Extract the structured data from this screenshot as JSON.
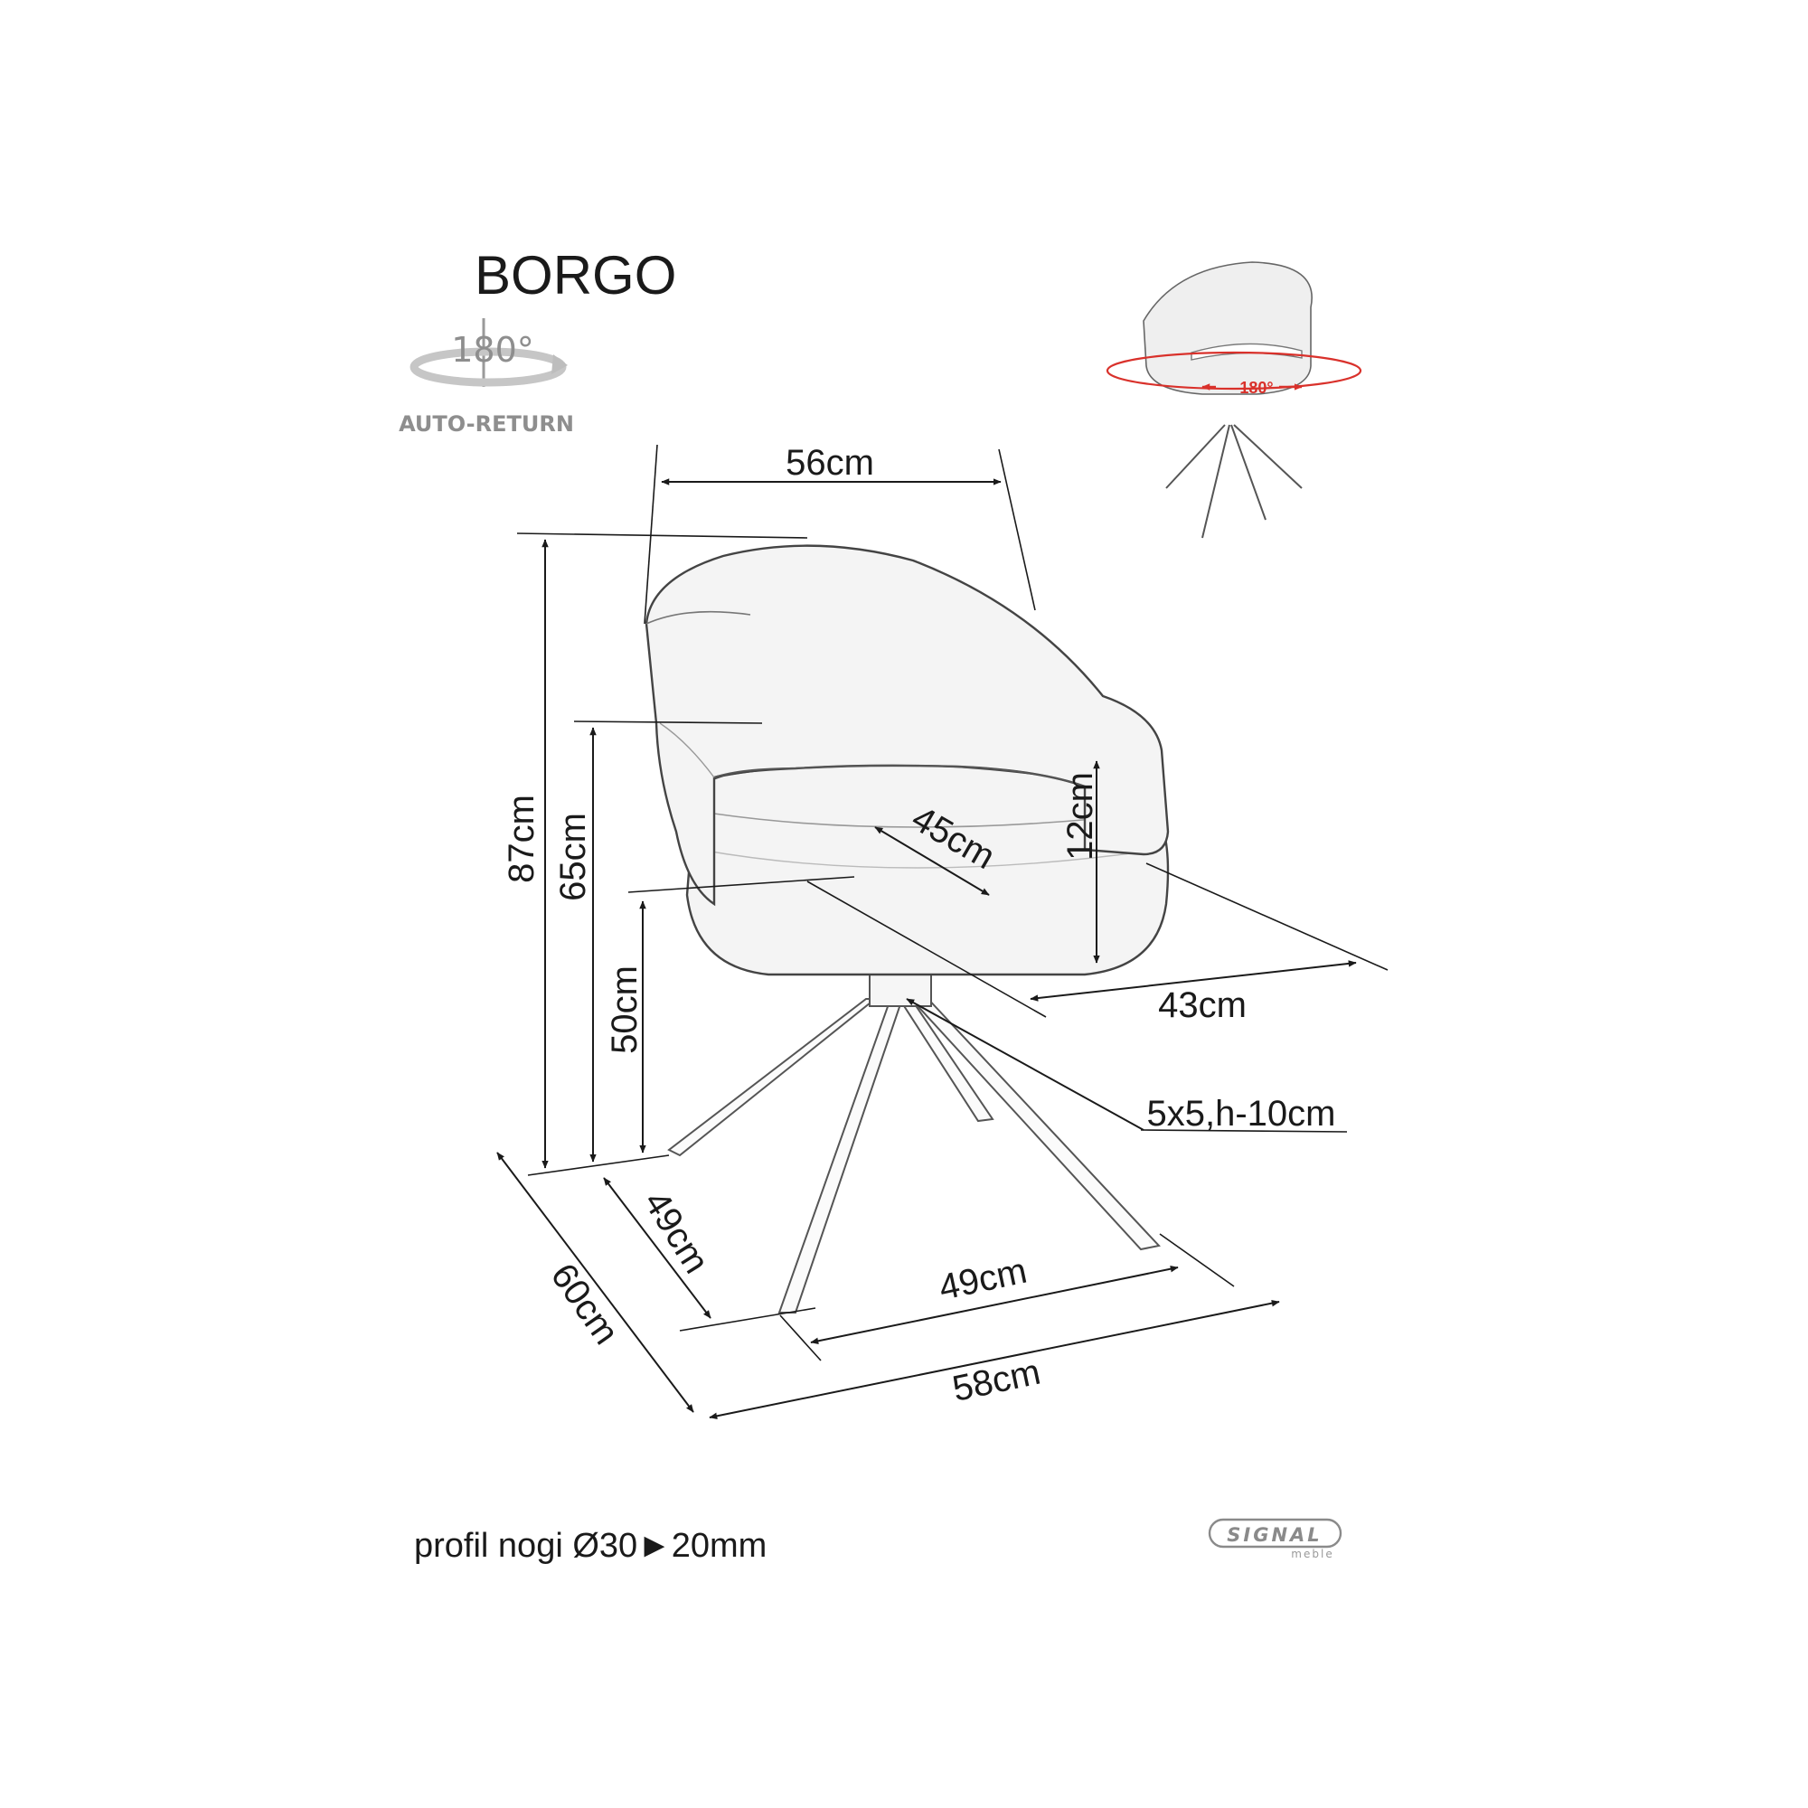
{
  "product": {
    "name": "BORGO",
    "rotation_badge": {
      "angle": "180°",
      "label": "AUTO-RETURN",
      "icon": "rotate-arrow-icon"
    },
    "swivel_thumbnail": {
      "angle": "180°",
      "icon": "swivel-ring-icon",
      "ring_color": "#d9312b"
    }
  },
  "dimensions": {
    "width_top": "56cm",
    "height_total": "87cm",
    "armrest_height": "65cm",
    "seat_height": "50cm",
    "seat_depth": "45cm",
    "armrest_above_seat": "12cm",
    "seat_width": "43cm",
    "base_plate": "5x5,h-10cm",
    "leg_depth": "49cm",
    "leg_width": "49cm",
    "depth_total": "60cm",
    "width_total": "58cm"
  },
  "footer": {
    "leg_profile": "profil nogi Ø30►20mm",
    "brand": "SIGNAL",
    "brand_sub": "meble"
  }
}
